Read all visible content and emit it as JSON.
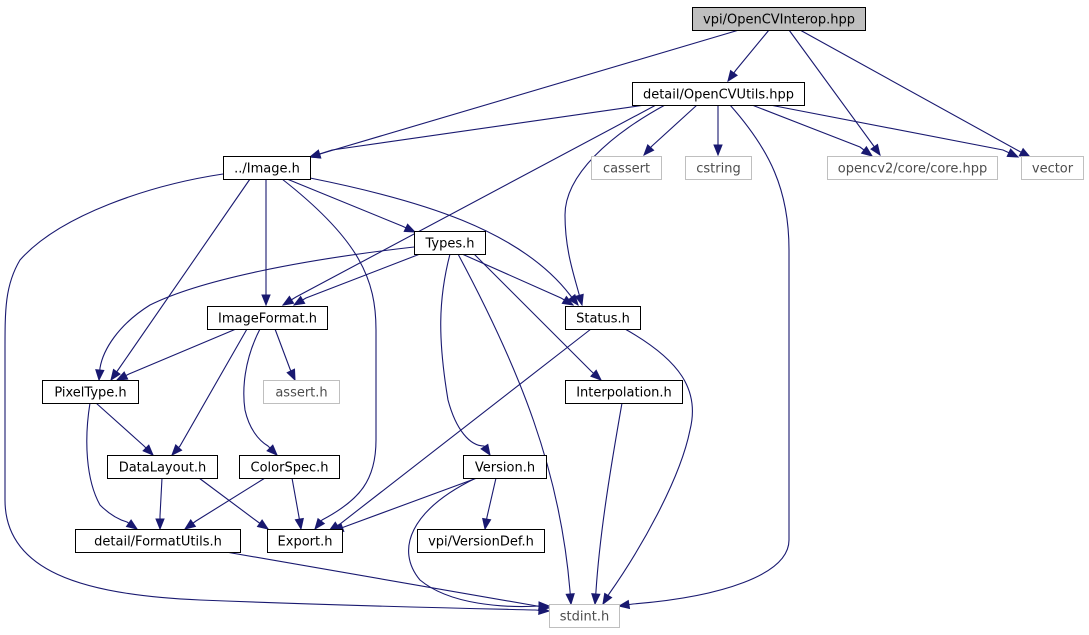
{
  "graph": {
    "colors": {
      "edge": "#191970",
      "node_border": "#000000",
      "external_border": "#bfbfbf",
      "root_fill": "#bfbfbf",
      "fill": "#ffffff"
    },
    "nodes": [
      {
        "id": "root",
        "label": "vpi/OpenCVInterop.hpp",
        "kind": "root"
      },
      {
        "id": "opencvutils",
        "label": "detail/OpenCVUtils.hpp",
        "kind": "internal"
      },
      {
        "id": "image",
        "label": "../Image.h",
        "kind": "internal"
      },
      {
        "id": "cassert",
        "label": "cassert",
        "kind": "external"
      },
      {
        "id": "cstring",
        "label": "cstring",
        "kind": "external"
      },
      {
        "id": "opencvcore",
        "label": "opencv2/core/core.hpp",
        "kind": "external"
      },
      {
        "id": "vector",
        "label": "vector",
        "kind": "external"
      },
      {
        "id": "types",
        "label": "Types.h",
        "kind": "internal"
      },
      {
        "id": "imageformat",
        "label": "ImageFormat.h",
        "kind": "internal"
      },
      {
        "id": "status",
        "label": "Status.h",
        "kind": "internal"
      },
      {
        "id": "pixeltype",
        "label": "PixelType.h",
        "kind": "internal"
      },
      {
        "id": "assert",
        "label": "assert.h",
        "kind": "external"
      },
      {
        "id": "interpolation",
        "label": "Interpolation.h",
        "kind": "internal"
      },
      {
        "id": "datalayout",
        "label": "DataLayout.h",
        "kind": "internal"
      },
      {
        "id": "colorspec",
        "label": "ColorSpec.h",
        "kind": "internal"
      },
      {
        "id": "version",
        "label": "Version.h",
        "kind": "internal"
      },
      {
        "id": "formatutils",
        "label": "detail/FormatUtils.h",
        "kind": "internal"
      },
      {
        "id": "export",
        "label": "Export.h",
        "kind": "internal"
      },
      {
        "id": "versiondef",
        "label": "vpi/VersionDef.h",
        "kind": "internal"
      },
      {
        "id": "stdint",
        "label": "stdint.h",
        "kind": "external"
      }
    ],
    "edges": [
      {
        "from": "root",
        "to": "opencvutils"
      },
      {
        "from": "root",
        "to": "image"
      },
      {
        "from": "root",
        "to": "opencvcore"
      },
      {
        "from": "root",
        "to": "vector"
      },
      {
        "from": "opencvutils",
        "to": "image"
      },
      {
        "from": "opencvutils",
        "to": "cassert"
      },
      {
        "from": "opencvutils",
        "to": "cstring"
      },
      {
        "from": "opencvutils",
        "to": "opencvcore"
      },
      {
        "from": "opencvutils",
        "to": "vector"
      },
      {
        "from": "opencvutils",
        "to": "imageformat"
      },
      {
        "from": "opencvutils",
        "to": "status"
      },
      {
        "from": "opencvutils",
        "to": "stdint"
      },
      {
        "from": "image",
        "to": "types"
      },
      {
        "from": "image",
        "to": "imageformat"
      },
      {
        "from": "image",
        "to": "status"
      },
      {
        "from": "image",
        "to": "pixeltype"
      },
      {
        "from": "image",
        "to": "export"
      },
      {
        "from": "image",
        "to": "stdint"
      },
      {
        "from": "types",
        "to": "imageformat"
      },
      {
        "from": "types",
        "to": "pixeltype"
      },
      {
        "from": "types",
        "to": "status"
      },
      {
        "from": "types",
        "to": "interpolation"
      },
      {
        "from": "types",
        "to": "version"
      },
      {
        "from": "types",
        "to": "stdint"
      },
      {
        "from": "imageformat",
        "to": "pixeltype"
      },
      {
        "from": "imageformat",
        "to": "assert"
      },
      {
        "from": "imageformat",
        "to": "datalayout"
      },
      {
        "from": "imageformat",
        "to": "colorspec"
      },
      {
        "from": "status",
        "to": "export"
      },
      {
        "from": "status",
        "to": "stdint"
      },
      {
        "from": "pixeltype",
        "to": "datalayout"
      },
      {
        "from": "pixeltype",
        "to": "formatutils"
      },
      {
        "from": "interpolation",
        "to": "stdint"
      },
      {
        "from": "datalayout",
        "to": "formatutils"
      },
      {
        "from": "datalayout",
        "to": "export"
      },
      {
        "from": "colorspec",
        "to": "formatutils"
      },
      {
        "from": "colorspec",
        "to": "export"
      },
      {
        "from": "version",
        "to": "export"
      },
      {
        "from": "version",
        "to": "versiondef"
      },
      {
        "from": "version",
        "to": "stdint"
      },
      {
        "from": "formatutils",
        "to": "stdint"
      }
    ]
  }
}
